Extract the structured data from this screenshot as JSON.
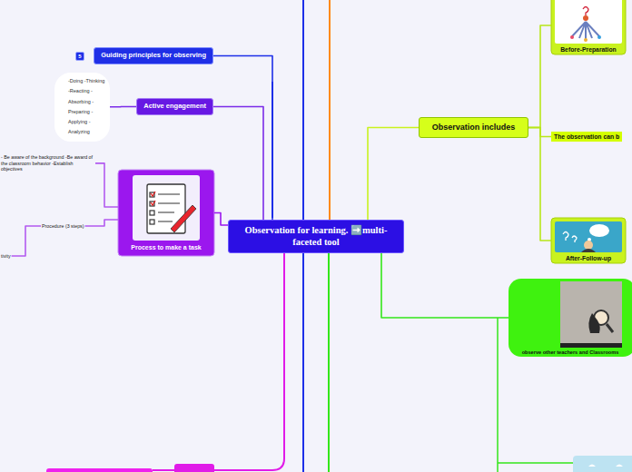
{
  "diagram": {
    "nodes": [
      {
        "text": [
          "Observation for learning. ➡️multi- faceted tool"
        ]
      },
      {
        "text": [
          "Guiding principles for observing"
        ]
      },
      {
        "text": [
          "Active engagement"
        ]
      },
      {
        "text": [
          "-Doing -Thinking -Reacting -Absorbing -Preparing -Applying -Analyzing"
        ]
      },
      {
        "text": [
          "Process to make a task"
        ]
      },
      {
        "text": [
          "- Be aware of the background -Be award of the classroom behavior -Establish objectives"
        ]
      },
      {
        "text": [
          "Procedure (3 steps)"
        ]
      },
      {
        "text": [
          "tivity"
        ]
      },
      {
        "text": [
          "Observation includes"
        ]
      },
      {
        "text": [
          "Before-Preparation"
        ]
      },
      {
        "text": [
          "The observation can b"
        ]
      },
      {
        "text": [
          "After-Follow-up"
        ]
      },
      {
        "text": [
          "observe other teachers and Classrooms"
        ]
      }
    ],
    "edges": [
      {
        "from": 0,
        "to": 1,
        "arrow": "none"
      },
      {
        "from": 0,
        "to": 2,
        "arrow": "none"
      },
      {
        "from": 2,
        "to": 3,
        "arrow": "none"
      },
      {
        "from": 0,
        "to": 4,
        "arrow": "none"
      },
      {
        "from": 4,
        "to": 5,
        "arrow": "none"
      },
      {
        "from": 4,
        "to": 6,
        "arrow": "none"
      },
      {
        "from": 6,
        "to": 7,
        "arrow": "none"
      },
      {
        "from": 0,
        "to": 8,
        "arrow": "none"
      },
      {
        "from": 8,
        "to": 9,
        "arrow": "none"
      },
      {
        "from": 8,
        "to": 10,
        "arrow": "none"
      },
      {
        "from": 8,
        "to": 11,
        "arrow": "none"
      },
      {
        "from": 0,
        "to": 12,
        "arrow": "none"
      }
    ],
    "labels": [
      "5"
    ]
  }
}
